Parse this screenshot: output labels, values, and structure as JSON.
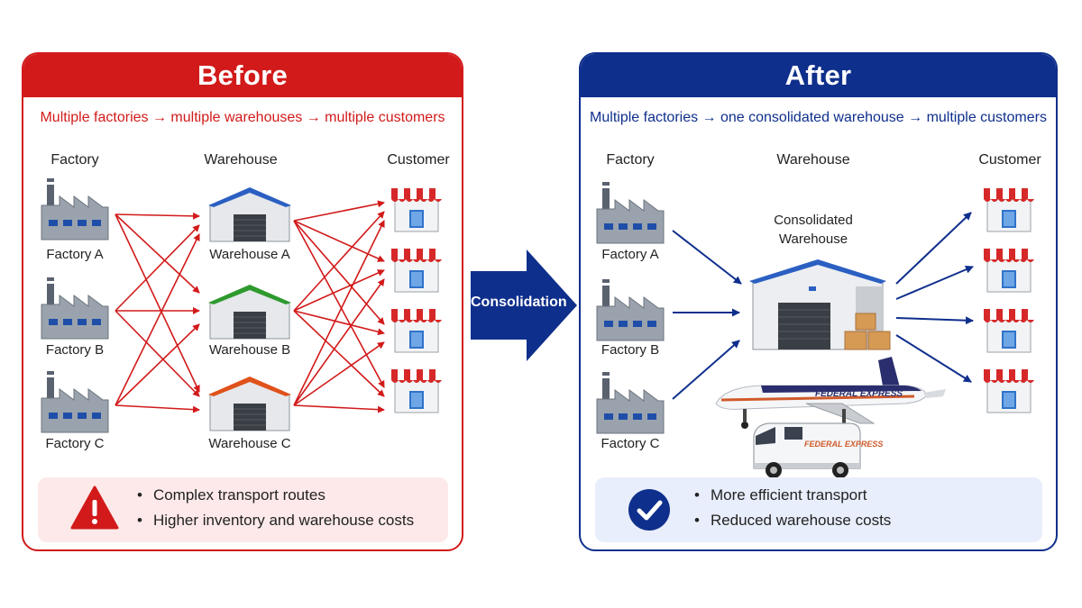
{
  "before": {
    "title": "Before",
    "subtitle": "Multiple factories → multiple warehouses → multiple customers",
    "columns": {
      "factory": "Factory",
      "warehouse": "Warehouse",
      "customer": "Customer"
    },
    "factories": [
      "Factory A",
      "Factory B",
      "Factory C"
    ],
    "warehouses": [
      "Warehouse A",
      "Warehouse B",
      "Warehouse C"
    ],
    "warehouse_roof_colors": [
      "#2b5fc2",
      "#2e9a2e",
      "#e0521b"
    ],
    "notes": [
      "Complex transport routes",
      "Higher inventory and warehouse costs"
    ],
    "note_icon": "warning-icon"
  },
  "after": {
    "title": "After",
    "subtitle": "Multiple factories → one consolidated warehouse → multiple customers",
    "columns": {
      "factory": "Factory",
      "warehouse": "Warehouse",
      "customer": "Customer"
    },
    "factories": [
      "Factory A",
      "Factory B",
      "Factory C"
    ],
    "consolidated": "Consolidated Warehouse",
    "plane_livery": "FEDERAL EXPRESS",
    "van_livery": "FEDERAL EXPRESS",
    "notes": [
      "More efficient transport",
      "Reduced warehouse costs"
    ],
    "note_icon": "check-circle-icon"
  },
  "transition": {
    "label": "Consolidation"
  },
  "colors": {
    "before": "#d21a1a",
    "after": "#0f2f8c",
    "store_awning": "#d62828"
  }
}
